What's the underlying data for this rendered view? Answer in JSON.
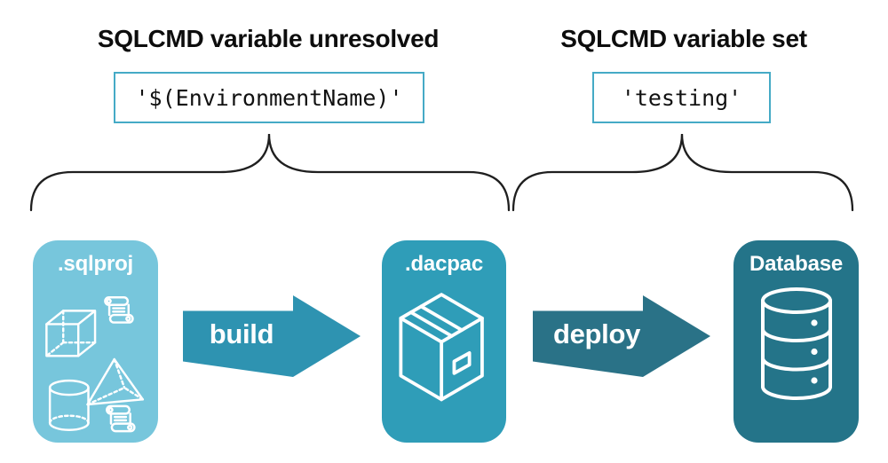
{
  "annotations": {
    "left": {
      "title": "SQLCMD variable unresolved",
      "code": "'$(EnvironmentName)'"
    },
    "right": {
      "title": "SQLCMD variable set",
      "code": "'testing'"
    }
  },
  "pipeline": {
    "stages": [
      {
        "id": "sqlproj",
        "label": ".sqlproj",
        "color": "#77c6dc",
        "icon": "sql-project-objects-icon"
      },
      {
        "id": "dacpac",
        "label": ".dacpac",
        "color": "#2f9db8",
        "icon": "package-box-icon"
      },
      {
        "id": "database",
        "label": "Database",
        "color": "#247489",
        "icon": "database-cylinder-icon"
      }
    ],
    "arrows": [
      {
        "id": "build",
        "label": "build",
        "color": "#2e93b1"
      },
      {
        "id": "deploy",
        "label": "deploy",
        "color": "#2a7287"
      }
    ]
  },
  "colors": {
    "code_box_border": "#45aac6",
    "heading_text": "#0d0d0d",
    "code_text": "#111111",
    "brace_stroke": "#1f1f1f",
    "icon_stroke": "#ffffff",
    "background": "#ffffff"
  }
}
